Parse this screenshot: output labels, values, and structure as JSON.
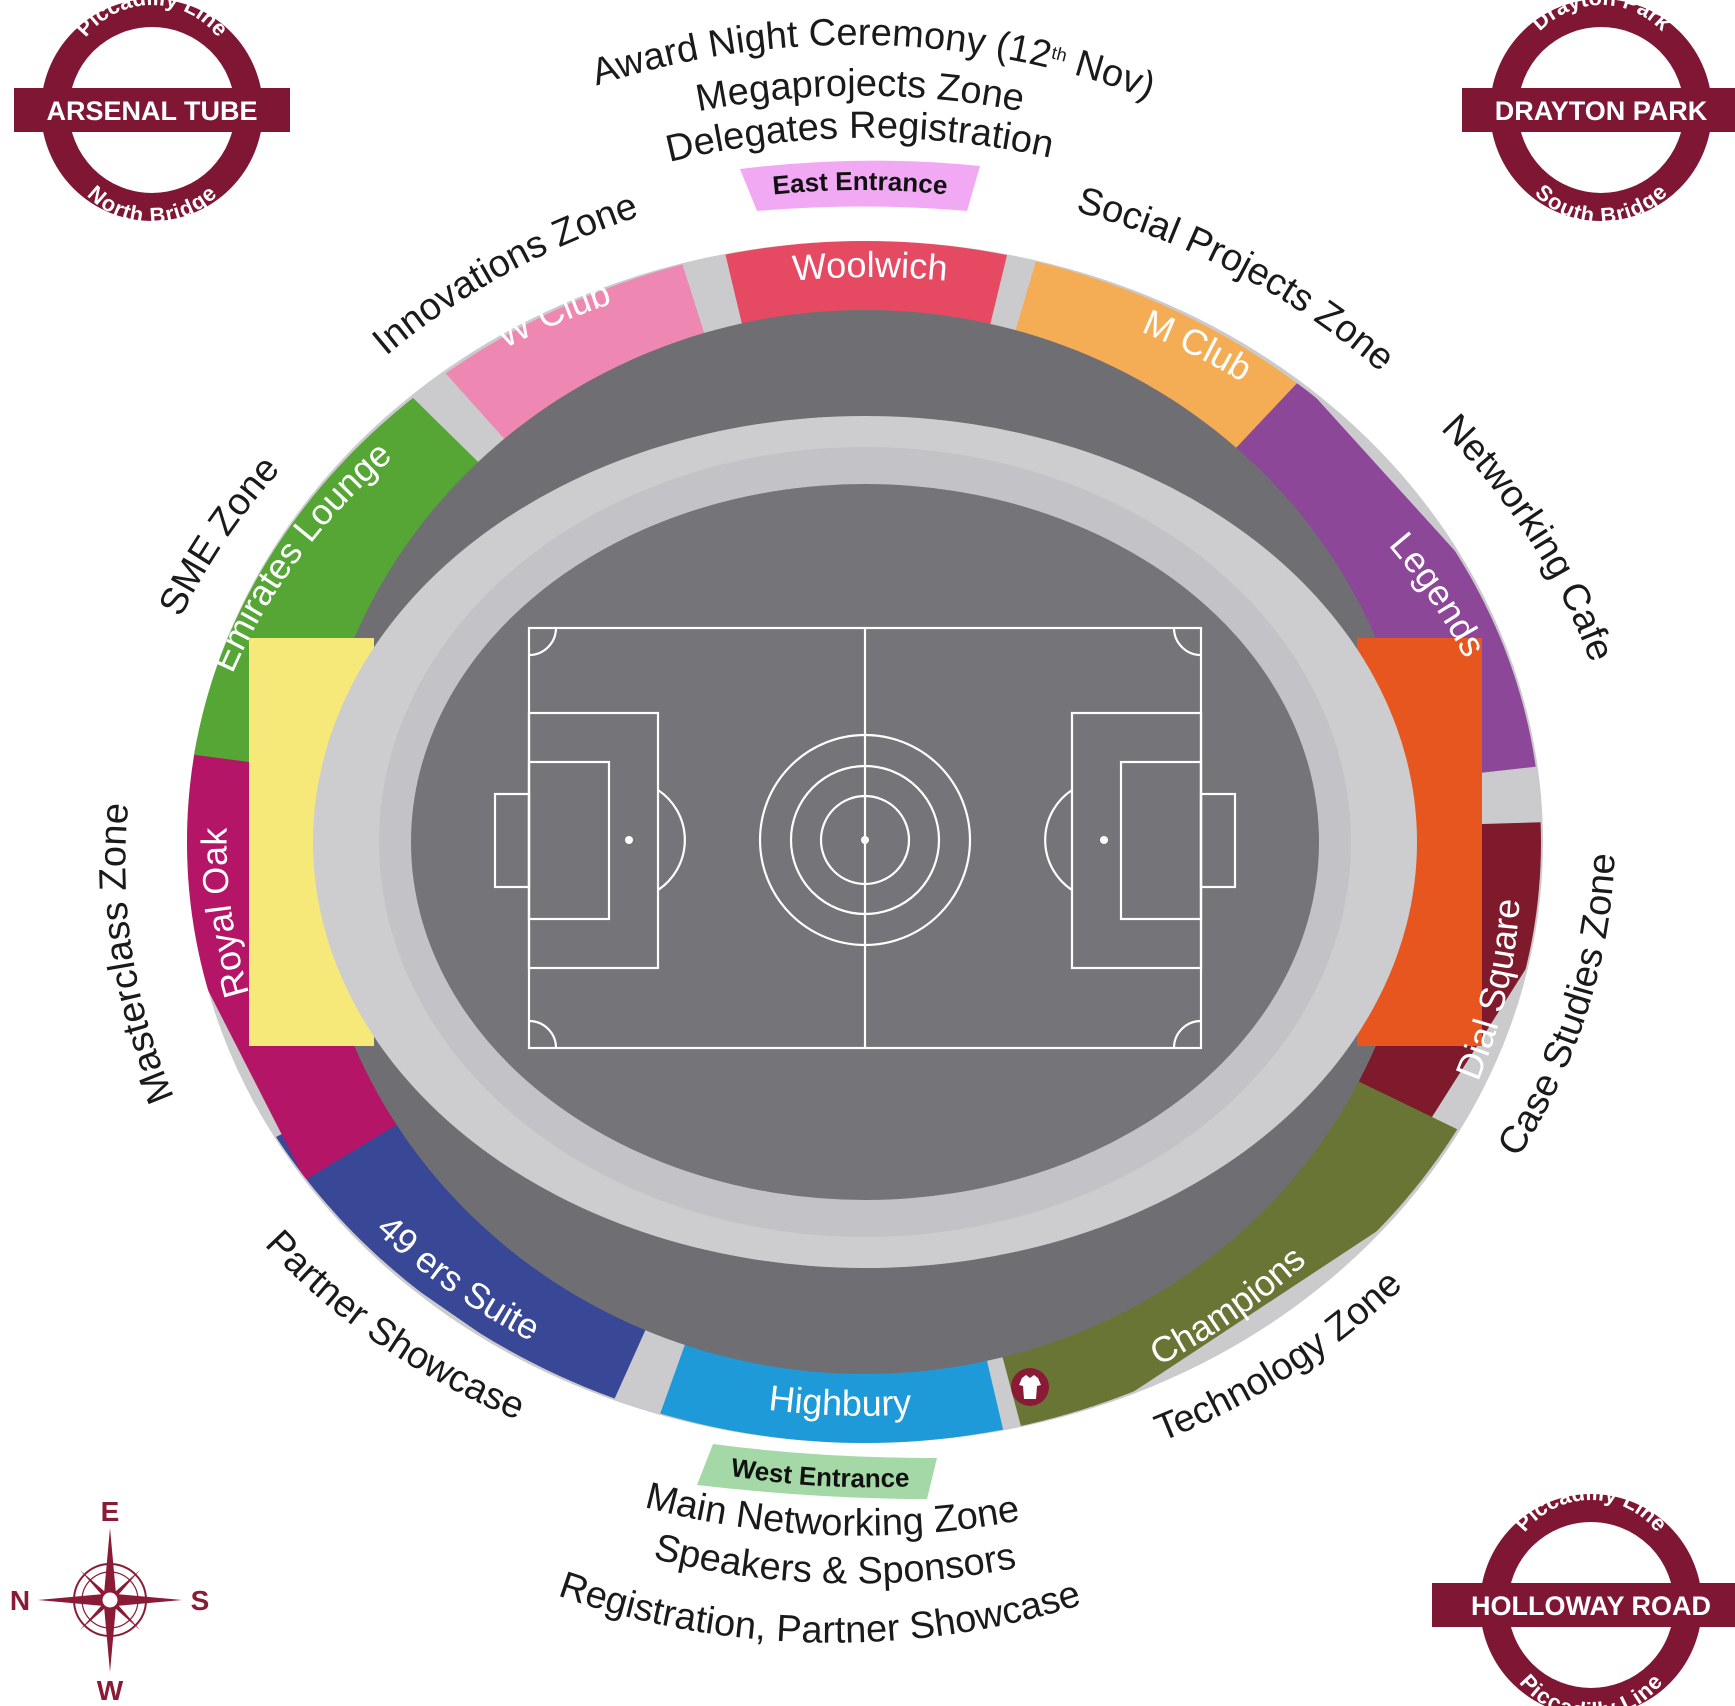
{
  "colors": {
    "brand": "#7f1734",
    "apron": "#cbcbcd",
    "concourse": "#6f6f73",
    "seating": "#c8c8cb",
    "pitch": "#747479"
  },
  "stations": [
    {
      "name": "ARSENAL TUBE",
      "top": "Piccadilly Line",
      "bottom": "North Bridge"
    },
    {
      "name": "DRAYTON PARK",
      "top": "Drayton Park",
      "bottom": "South Bridge"
    },
    {
      "name": "HOLLOWAY ROAD",
      "top": "Piccadilly Line",
      "bottom": "Piccadilly Line"
    }
  ],
  "stands": [
    {
      "label": "Woolwich",
      "color": "#e54a62"
    },
    {
      "label": "M Club",
      "color": "#f5ad55"
    },
    {
      "label": "Legends",
      "color": "#8c4798"
    },
    {
      "label": "",
      "color": "#e6561e"
    },
    {
      "label": "Dial Square",
      "color": "#7f1a2c"
    },
    {
      "label": "Champions",
      "color": "#697535"
    },
    {
      "label": "Highbury",
      "color": "#1e9ad8"
    },
    {
      "label": "49 ers Suite",
      "color": "#384896"
    },
    {
      "label": "Royal Oak",
      "color": "#b51566"
    },
    {
      "label": "",
      "color": "#f6e97a"
    },
    {
      "label": "Emirates Lounge",
      "color": "#55a634"
    },
    {
      "label": "W Club",
      "color": "#ef87b3"
    }
  ],
  "zones": {
    "innovations": "Innovations Zone",
    "social_projects": "Social Projects Zone",
    "networking_cafe": "Networking Cafe",
    "case_studies": "Case Studies Zone",
    "technology": "Technology Zone",
    "partner_showcase": "Partner Showcase",
    "masterclass": "Masterclass Zone",
    "sme": "SME Zone"
  },
  "east_block": {
    "line1_main": "Award Night Ceremony (12",
    "line1_sup": "th",
    "line1_end": " Nov)",
    "line2": "Megaprojects Zone",
    "line3": "Delegates Registration"
  },
  "west_block": {
    "line1": "Main Networking Zone",
    "line2": "Speakers & Sponsors",
    "line3": "Registration, Partner Showcase"
  },
  "entrances": {
    "east": {
      "label": "East Entrance",
      "color": "#f2a9f4"
    },
    "west": {
      "label": "West Entrance",
      "color": "#a4d8a6"
    }
  },
  "compass": {
    "north": "N",
    "south": "S",
    "east": "E",
    "west": "W"
  },
  "icons": {
    "facility": "jersey-icon",
    "compass": "compass-rose-icon"
  }
}
